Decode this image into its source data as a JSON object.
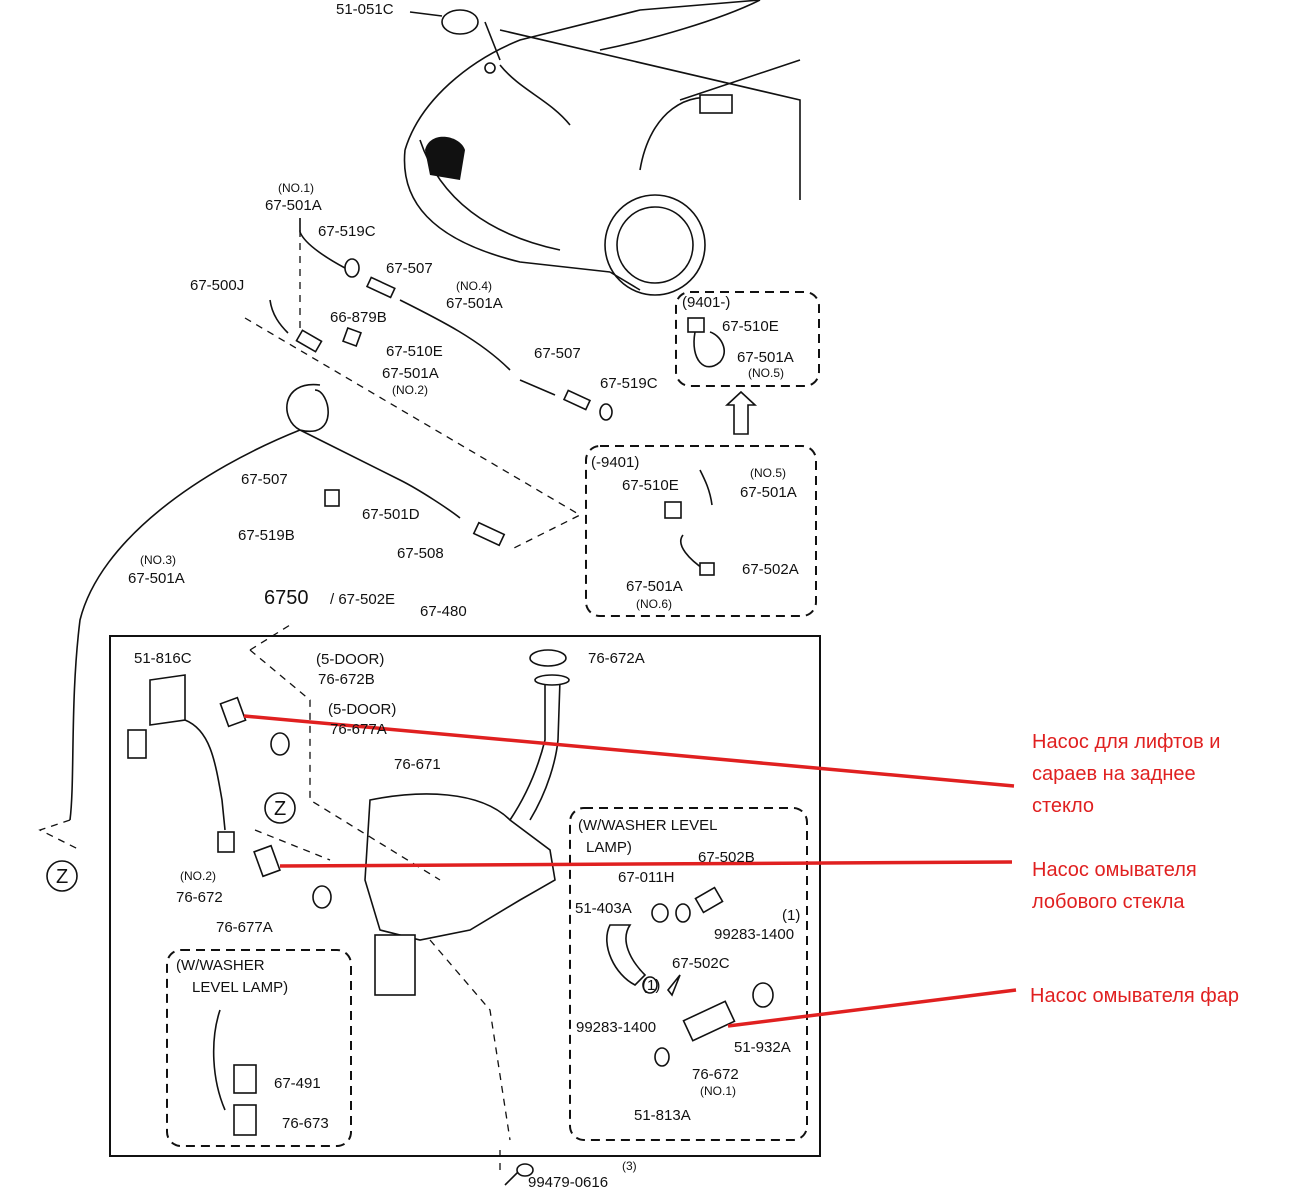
{
  "diagram": {
    "labels": [
      "51-051C",
      "(NO.1)",
      "67-501A",
      "67-519C",
      "67-507",
      "67-500J",
      "(NO.4)",
      "67-501A",
      "66-879B",
      "67-510E",
      "67-501A",
      "(NO.2)",
      "67-507",
      "67-519C",
      "(9401-)",
      "67-510E",
      "67-501A",
      "(NO.5)",
      "(-9401)",
      "(NO.5)",
      "67-501A",
      "67-510E",
      "67-502A",
      "67-501A",
      "(NO.6)",
      "67-507",
      "67-501D",
      "67-519B",
      "67-508",
      "(NO.3)",
      "67-501A",
      "6750",
      "/ 67-502E",
      "67-480",
      "51-816C",
      "(5-DOOR)",
      "76-672B",
      "(5-DOOR)",
      "76-677A",
      "76-672A",
      "76-671",
      "(W/WASHER  LEVEL",
      "LAMP)",
      "67-502B",
      "67-011H",
      "51-403A",
      "(1)",
      "99283-1400",
      "(NO.2)",
      "76-672",
      "76-677A",
      "(W/WASHER",
      "LEVEL LAMP)",
      "67-502C",
      "(1)",
      "99283-1400",
      "51-932A",
      "76-672",
      "(NO.1)",
      "67-491",
      "76-673",
      "51-813A",
      "(3)",
      "99479-0616",
      "Z",
      "Z"
    ],
    "annotations": [
      {
        "lines": [
          "Насос для лифтов и",
          "сараев на заднее",
          "стекло"
        ]
      },
      {
        "lines": [
          "Насос омывателя",
          "лобового стекла"
        ]
      },
      {
        "lines": [
          "Насос омывателя фар"
        ]
      }
    ],
    "annotation_color": "#e02020"
  }
}
